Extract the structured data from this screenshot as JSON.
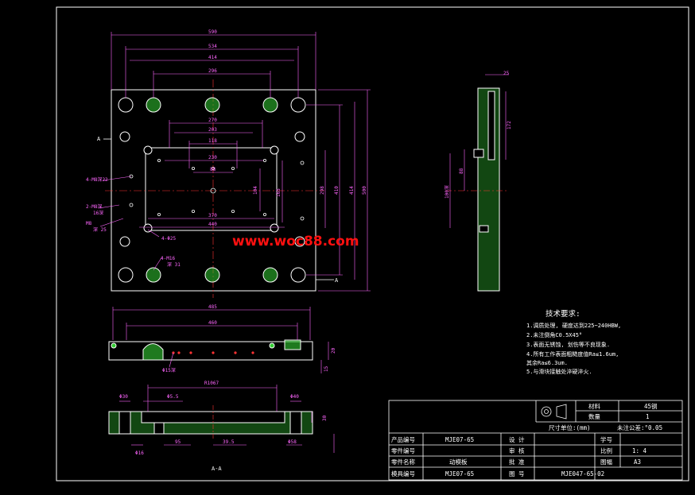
{
  "colors": {
    "background": "#000000",
    "outline": "#ffffff",
    "dimension": "#ff66ff",
    "hatch": "#33cc33",
    "center_line": "#ff3333",
    "watermark": "#ff1010"
  },
  "watermark": "www.woc88.com",
  "plan_view": {
    "section_letter_top": "A",
    "section_letter_bottom": "A",
    "dims_top": [
      "590",
      "534",
      "414",
      "296",
      "270",
      "203",
      "118",
      "230",
      "88",
      "370",
      "440"
    ],
    "dims_right": [
      "104",
      "165",
      "298",
      "410",
      "414",
      "500"
    ],
    "callouts_left": [
      "4-M8深22",
      "2-M8深",
      "16深",
      "M8",
      "深 25"
    ],
    "callouts_bottom": [
      "4-Φ25",
      "4-M16",
      "深 31"
    ]
  },
  "side_view": {
    "dims": [
      "25",
      "172",
      "88",
      "100深"
    ]
  },
  "front_view": {
    "dims": [
      "485",
      "460",
      "20",
      "15"
    ],
    "callout": "Φ15深"
  },
  "section_view": {
    "label": "A-A",
    "dims": [
      "Φ30",
      "Φ5.5",
      "R1067",
      "Φ40",
      "30",
      "Φ16",
      "95",
      "39.5",
      "Φ58"
    ]
  },
  "technical_requirements": {
    "title": "技术要求:",
    "items": [
      "1.调质处理, 硬度达到225~240HBW,",
      "2.未注倒角C0.5X45°",
      "3.表面无锈蚀, 划伤等不良现象.",
      "4.所有工作表面粗糙度值Ra≤1.6um,",
      "  其余Ra≤6.3um.",
      "5.与滑块接触处淬硬淬火."
    ]
  },
  "title_block": {
    "material_label": "材料",
    "material_value": "45钢",
    "quantity_label": "数量",
    "quantity_value": "1",
    "unit_text": "尺寸单位:(mm)",
    "tolerance_text": "未注公差:°0.05",
    "rows": [
      {
        "label": "产品编号",
        "value": "MJE07-65",
        "role": "设  计",
        "role_value": "",
        "k": "学号",
        "v": ""
      },
      {
        "label": "零件编号",
        "value": "",
        "role": "审  核",
        "role_value": "",
        "k": "比例",
        "v": "1: 4"
      },
      {
        "label": "零件名称",
        "value": "动模板",
        "role": "批  准",
        "role_value": "",
        "k": "图幅",
        "v": "A3"
      },
      {
        "label": "模具编号",
        "value": "MJE07-65",
        "role": "图  号",
        "role_value": "MJE047-65-02",
        "k": "",
        "v": ""
      }
    ]
  }
}
